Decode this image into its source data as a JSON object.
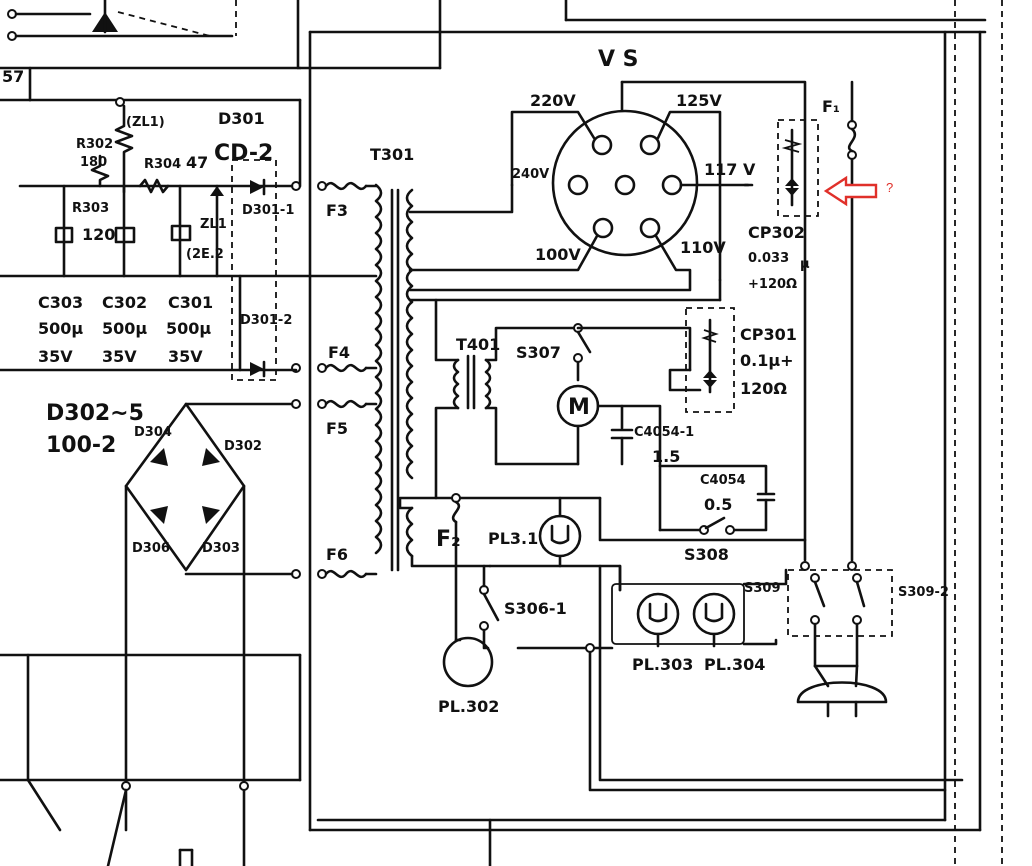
{
  "labels": {
    "vs": "V S",
    "v220": "220V",
    "v125": "125V",
    "v240": "240V",
    "v117": "117 V",
    "v100": "100V",
    "v110": "110V",
    "f1": "F₁",
    "cp302_name": "CP302",
    "cp302_val1": "0.033",
    "cp302_unit": "μ",
    "cp302_val2": "+120Ω",
    "t301": "T301",
    "t401": "T401",
    "d301": "D301",
    "cd2": "CD-2",
    "zl1": "(ZL1)",
    "r302": "R302",
    "r302_val": "180",
    "r303": "R303",
    "r303_val": "120",
    "r304": "R304",
    "r304_val": "47",
    "zl1b": "ZL1",
    "zl1b_val": "(2E.2",
    "d301_1": "D301-1",
    "d301_2": "D301-2",
    "c303": "C303",
    "c303_val": "500μ",
    "c303_v": "35V",
    "c302": "C302",
    "c302_val": "500μ",
    "c302_v": "35V",
    "c301": "C301",
    "c301_val": "500μ",
    "c301_v": "35V",
    "f3": "F3",
    "f4": "F4",
    "f5": "F5",
    "f6": "F6",
    "d302_5": "D302~5",
    "d100_2": "100-2",
    "d304": "D304",
    "d302": "D302",
    "d306": "D306",
    "d303": "D303",
    "s307": "S307",
    "motor": "M",
    "cp301_name": "CP301",
    "cp301_val1": "0.1μ+",
    "cp301_val2": "120Ω",
    "c4054_1": "C4054-1",
    "c4054_1_val": "1.5",
    "c4054": "C4054",
    "c4054_val": "0.5",
    "s308": "S308",
    "f2": "F₂",
    "pl301": "PL3.1",
    "s306_1": "S306-1",
    "pl302": "PL.302",
    "pl303": "PL.303",
    "pl304": "PL.304",
    "s309": "S309",
    "s309_2": "S309-2",
    "n57": "57",
    "annot_q": "?"
  }
}
